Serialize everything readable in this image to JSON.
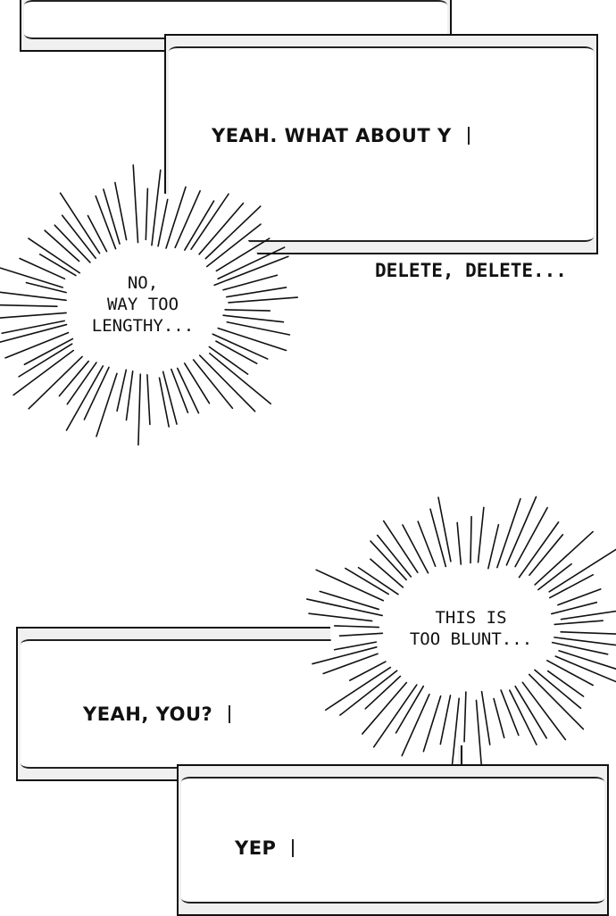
{
  "messages": [
    {
      "text": "YEAH. WHAT ABOUT Y"
    },
    {
      "text": "YEAH, YOU?"
    },
    {
      "text": "YEP"
    }
  ],
  "thoughts": [
    {
      "text": "NO,\nWAY TOO\nLENGTHY..."
    },
    {
      "text": "THIS IS\nTOO BLUNT..."
    }
  ],
  "narration": {
    "text": "DELETE, DELETE..."
  }
}
